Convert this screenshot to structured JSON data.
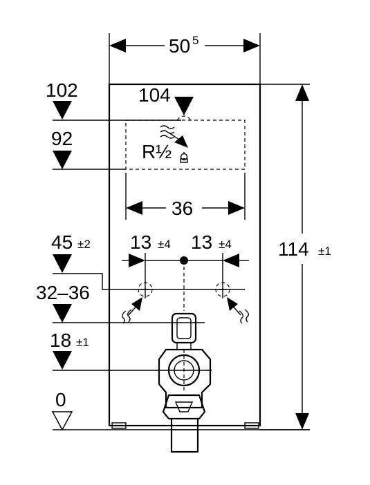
{
  "dimensions": {
    "top_width_main": "50",
    "top_width_sup": "5",
    "inner_width": "36",
    "height_main": "114",
    "height_tol": "±1",
    "left_offset_main": "13",
    "left_offset_tol": "±4",
    "right_offset_main": "13",
    "right_offset_tol": "±4"
  },
  "levels": {
    "l102": "102",
    "l104": "104",
    "l92": "92",
    "l45_main": "45",
    "l45_tol": "±2",
    "l32_36": "32–36",
    "l18_main": "18",
    "l18_tol": "±1",
    "l0": "0"
  },
  "connection": {
    "thread_main": "R",
    "thread_fraction": "½"
  }
}
